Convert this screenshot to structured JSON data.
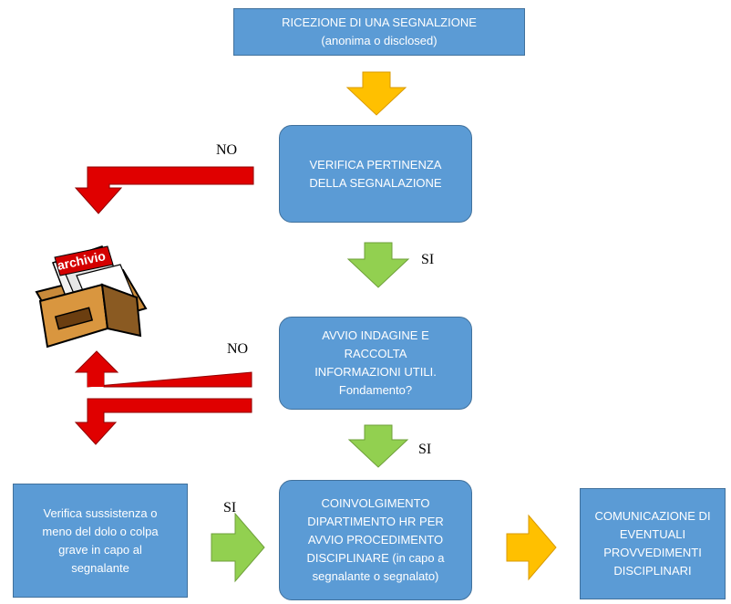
{
  "nodes": {
    "ricezione": [
      "RICEZIONE DI UNA SEGNALZIONE",
      "(anonima o disclosed)"
    ],
    "verifica": [
      "VERIFICA PERTINENZA",
      "DELLA SEGNALAZIONE"
    ],
    "avvio": [
      "AVVIO INDAGINE E",
      "RACCOLTA",
      "INFORMAZIONI UTILI.",
      "Fondamento?"
    ],
    "coinvolgimento": [
      "COINVOLGIMENTO",
      "DIPARTIMENTO HR PER",
      "AVVIO PROCEDIMENTO",
      "DISCIPLINARE (in capo a",
      "segnalante o segnalato)"
    ],
    "verifica_dolo": [
      "Verifica sussistenza o",
      "meno del dolo o colpa",
      "grave in capo al",
      "segnalante"
    ],
    "comunicazione": [
      "COMUNICAZIONE DI",
      "EVENTUALI",
      "PROVVEDIMENTI",
      "DISCIPLINARI"
    ]
  },
  "labels": {
    "no_1": "NO",
    "si_1": "SI",
    "no_2": "NO",
    "si_2": "SI",
    "si_3": "SI"
  },
  "archive_label": "archivio",
  "colors": {
    "box": "#5b9bd5",
    "yellow_arrow": "#ffc000",
    "green_arrow": "#92d050",
    "red_arrow": "#e00000"
  }
}
